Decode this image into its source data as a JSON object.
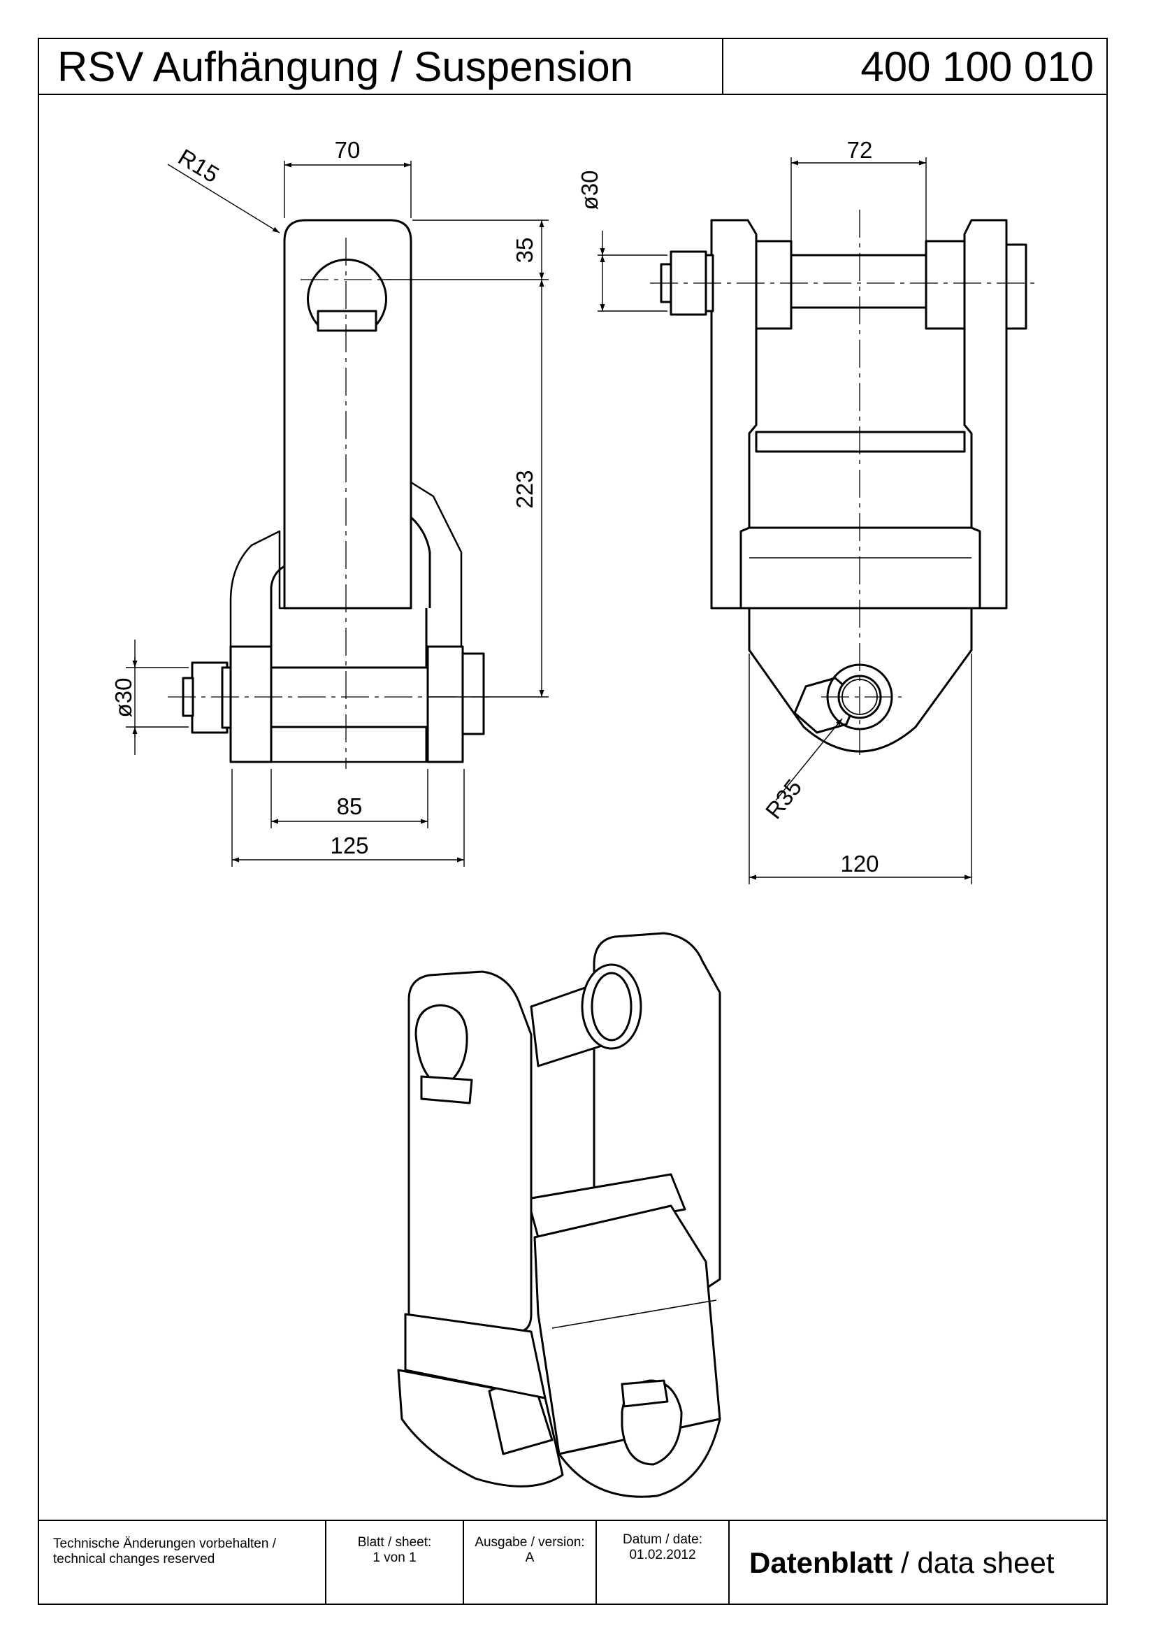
{
  "header": {
    "title": "RSV Aufhängung / Suspension",
    "number": "400 100 010"
  },
  "dimensions": {
    "w70": "70",
    "r15": "R15",
    "h35": "35",
    "h223": "223",
    "d30_left": "ø30",
    "w85": "85",
    "w125": "125",
    "w72": "72",
    "d30_right": "ø30",
    "r35": "R35",
    "w120": "120"
  },
  "footer": {
    "note_line1": "Technische Änderungen vorbehalten /",
    "note_line2": "technical changes reserved",
    "sheet_label": "Blatt / sheet:",
    "sheet_value": "1 von 1",
    "version_label": "Ausgabe / version:",
    "version_value": "A",
    "date_label": "Datum / date:",
    "date_value": "01.02.2012",
    "doc_type_bold": "Datenblatt",
    "doc_type_rest": " / data sheet"
  }
}
